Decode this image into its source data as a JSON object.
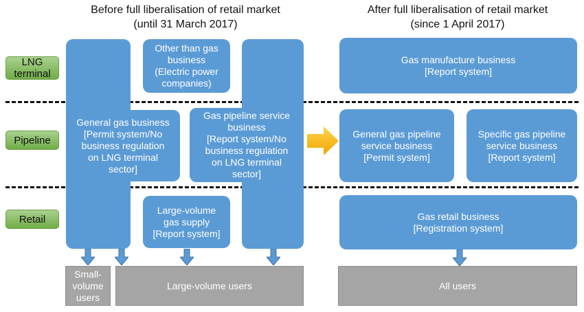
{
  "headers": {
    "before": {
      "line1": "Before full liberalisation of retail market",
      "line2": "(until 31 March 2017)"
    },
    "after": {
      "line1": "After full liberalisation of retail market",
      "line2": "(since 1 April 2017)"
    }
  },
  "sectors": {
    "lng": {
      "line1": "LNG",
      "line2": "terminal"
    },
    "pipeline": {
      "line1": "Pipeline"
    },
    "retail": {
      "line1": "Retail"
    }
  },
  "before": {
    "other_than_gas": [
      "Other than gas",
      "business",
      "(Electric power",
      "companies)"
    ],
    "general_gas": [
      "General gas business",
      "[Permit system/No",
      "business regulation",
      "on LNG terminal",
      "sector]"
    ],
    "gas_pipeline_service": [
      "Gas pipeline service",
      "business",
      "[Report system/No",
      "business regulation",
      "on LNG terminal",
      "sector]"
    ],
    "large_volume_supply": [
      "Large-volume",
      "gas supply",
      "[Report system]"
    ],
    "small_volume_users": [
      "Small-",
      "volume",
      "users"
    ],
    "large_volume_users": "Large-volume users"
  },
  "after": {
    "gas_manufacture": [
      "Gas manufacture business",
      "[Report system]"
    ],
    "general_pipeline": [
      "General gas pipeline",
      "service business",
      "[Permit system]"
    ],
    "specific_pipeline": [
      "Specific gas pipeline",
      "service business",
      "[Report system]"
    ],
    "gas_retail": [
      "Gas retail business",
      "[Registration system]"
    ],
    "all_users": "All users"
  },
  "colors": {
    "business_box": "#5b9bd5",
    "user_box": "#a5a5a5",
    "sector_label": "#70ad47",
    "transition_arrow": "#f5b800"
  }
}
